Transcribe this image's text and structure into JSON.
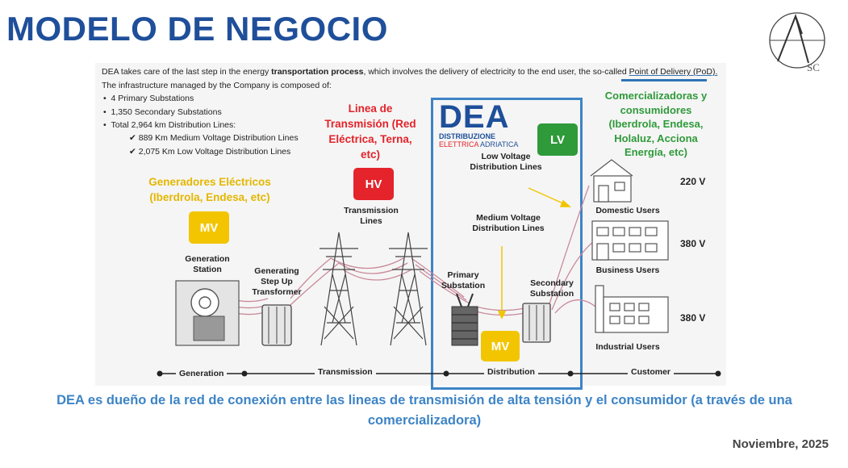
{
  "title": "MODELO DE NEGOCIO",
  "logo": {
    "letter": "A",
    "suffix": "SC"
  },
  "intro": {
    "line1_a": "DEA takes care of the last step in the energy ",
    "line1_b": "transportation process",
    "line1_c": ", which involves the delivery of electricity to the end user, the so-called ",
    "line1_d": "Point of Delivery (PoD).",
    "line2": "The infrastructure managed by the Company is composed of:"
  },
  "bullets": [
    "4 Primary Substations",
    "1,350 Secondary Substations",
    "Total 2,964 km Distribution Lines:"
  ],
  "sub_bullets": [
    "889 Km Medium Voltage Distribution Lines",
    "2,075 Km Low Voltage Distribution Lines"
  ],
  "labels": {
    "generadores": "Generadores Eléctricos (Iberdrola, Endesa, etc)",
    "linea": "Linea de Transmisión (Red Eléctrica, Terna, etc)",
    "comercializadoras": "Comercializadoras y consumidores (Iberdrola, Endesa, Holaluz, Acciona Energía, etc)",
    "generation_station": "Generation Station",
    "step_up": "Generating Step Up Transformer",
    "transmission_lines": "Transmission Lines",
    "primary_sub": "Primary Substation",
    "secondary_sub": "Secondary Substation",
    "mv_lines": "Medium Voltage Distribution Lines",
    "lv_lines": "Low Voltage Distribution Lines",
    "domestic": "Domestic Users",
    "business": "Business Users",
    "industrial": "Industrial Users"
  },
  "badges": {
    "mv": "MV",
    "hv": "HV",
    "lv": "LV"
  },
  "voltages": [
    "220 V",
    "380 V",
    "380 V"
  ],
  "dea": {
    "name": "DEA",
    "sub1": "DISTRIBUZIONE",
    "sub2a": "ELETTRICA ",
    "sub2b": "ADRIATICA"
  },
  "stages": [
    "Generation",
    "Transmission",
    "Distribution",
    "Customer"
  ],
  "colors": {
    "title": "#1f4f9a",
    "accent_blue": "#3d84c6",
    "yellow": "#f2c500",
    "red": "#e4232a",
    "green": "#2f9a3a"
  },
  "footer": "DEA es dueño de la red de conexión entre las lineas de transmisión de alta tensión y el consumidor (a través de una comercializadora)",
  "date": "Noviembre, 2025"
}
